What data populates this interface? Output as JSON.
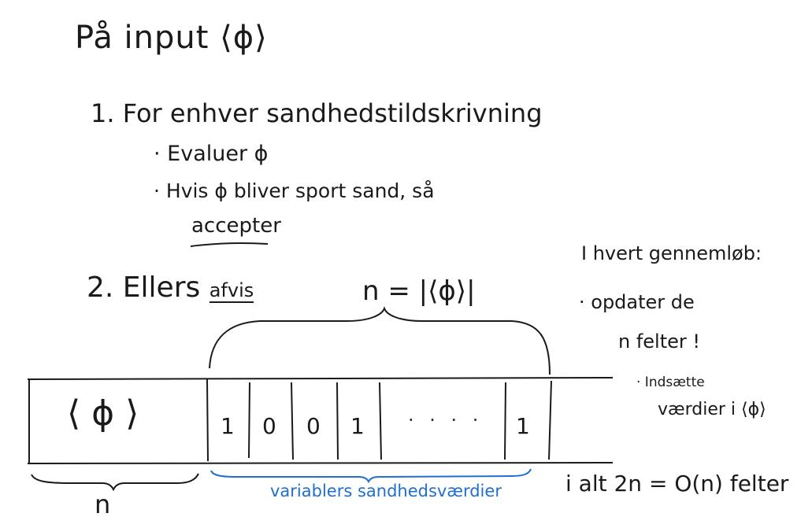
{
  "title": "På input ⟨ϕ⟩",
  "steps": {
    "step1": "1. For enhver sandhedstildskrivning",
    "bullet1": "· Evaluer ϕ",
    "bullet2": "· Hvis ϕ bliver sport sand, så",
    "accept": "accepter",
    "step2_prefix": "2. Ellers",
    "step2_reject": "afvis"
  },
  "diagram": {
    "n_label": "n = |⟨ϕ⟩|",
    "input_cell": "⟨ ϕ ⟩",
    "cells": [
      "1",
      "0",
      "0",
      "1",
      "· · · ·",
      "1"
    ],
    "n_below": "n",
    "blue_label": "variablers sandhedsværdier"
  },
  "notes": {
    "line1": "I hvert gennemløb:",
    "line2": "· opdater de",
    "line3": "n felter !",
    "line4": "· Indsætte",
    "line5": "værdier i ⟨ϕ⟩",
    "line6": "i alt 2n = O(n) felter"
  },
  "colors": {
    "ink": "#1a1a1a",
    "blue": "#1f6fd0"
  }
}
